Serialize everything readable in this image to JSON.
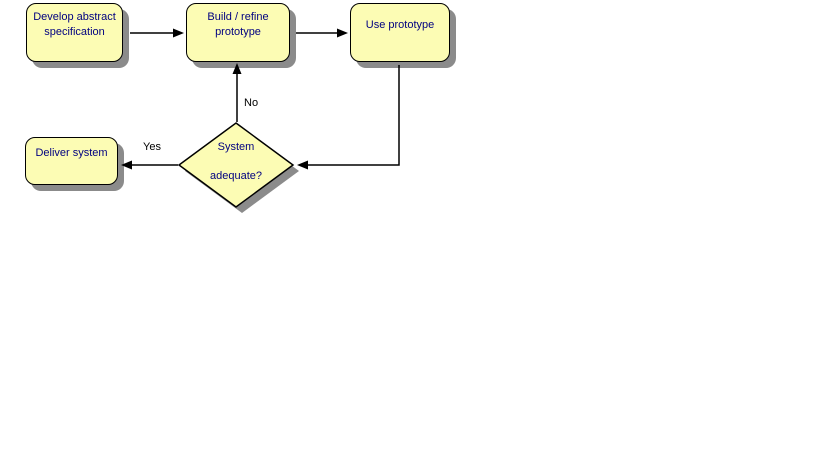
{
  "flowchart": {
    "nodes": {
      "develop_spec": {
        "lines": [
          "Develop abstract",
          "specification"
        ]
      },
      "build_prototype": {
        "lines": [
          "Build / refine",
          "prototype"
        ]
      },
      "use_prototype": {
        "lines": [
          "Use prototype"
        ]
      },
      "decision": {
        "lines": [
          "System",
          "adequate?"
        ]
      },
      "deliver_system": {
        "lines": [
          "Deliver system"
        ]
      }
    },
    "edge_labels": {
      "no": "No",
      "yes": "Yes"
    },
    "colors": {
      "node_fill": "#FCFCB4",
      "node_border": "#000000",
      "node_text": "#000080",
      "shadow": "#8B8B8B",
      "connector": "#000000",
      "edge_label_text": "#000000",
      "background": "#FFFFFF"
    }
  }
}
